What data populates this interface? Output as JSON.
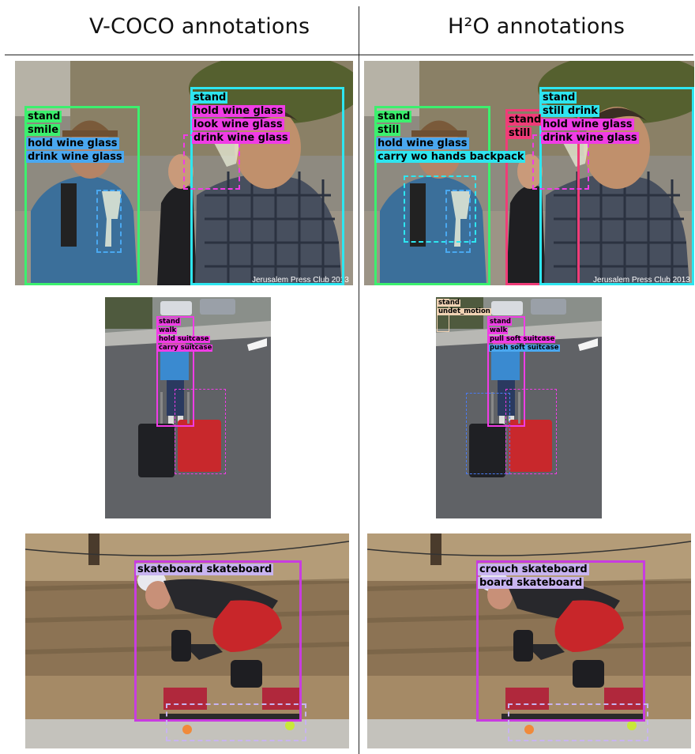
{
  "headers": {
    "left": "V-COCO annotations",
    "right": "H²O annotations"
  },
  "watermarks": {
    "row1": "Jerusalem Press Club 2013"
  },
  "rows": {
    "wine": {
      "vcoco": {
        "person_left": [
          "stand",
          "smile",
          "hold wine glass",
          "drink wine glass"
        ],
        "person_right": [
          "stand",
          "hold wine glass",
          "look wine glass",
          "drink wine glass"
        ]
      },
      "h2o": {
        "person_left": [
          "stand",
          "still",
          "hold wine glass",
          "carry wo hands backpack"
        ],
        "person_mid": [
          "stand",
          "still"
        ],
        "person_right": [
          "stand",
          "still drink",
          "hold wine glass",
          "drink wine glass"
        ]
      }
    },
    "suitcase": {
      "vcoco": {
        "person": [
          "stand",
          "walk",
          "hold suitcase",
          "carry suitcase"
        ]
      },
      "h2o": {
        "person_far": [
          "stand",
          "undet_motion"
        ],
        "person": [
          "stand",
          "walk",
          "pull soft suitcase",
          "push soft suitcase"
        ]
      }
    },
    "skate": {
      "vcoco": {
        "person": [
          "skateboard skateboard"
        ]
      },
      "h2o": {
        "person": [
          "crouch skateboard",
          "board skateboard"
        ]
      }
    }
  },
  "colors": {
    "green": "#3cf06e",
    "cyan": "#2ee6f0",
    "magenta": "#f03ce6",
    "blue": "#4aa8f0",
    "pink": "#f03c78",
    "purple": "#c83ce0",
    "lavender": "#c8b4f0",
    "peach": "#f0d2b4"
  }
}
